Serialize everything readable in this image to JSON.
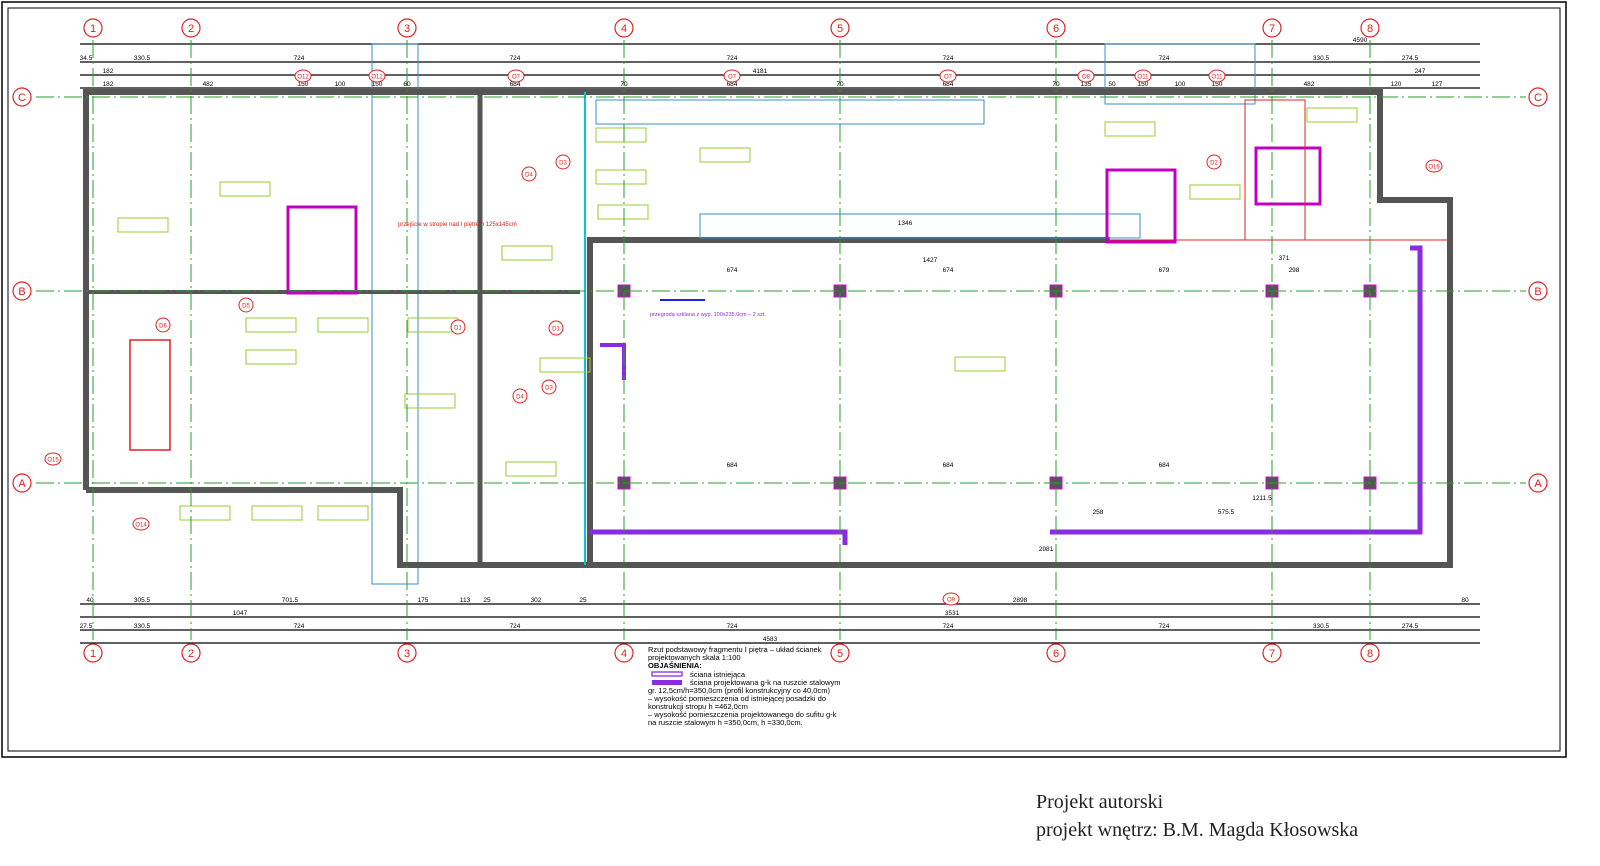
{
  "grid_axes": {
    "columns": [
      "1",
      "2",
      "3",
      "4",
      "5",
      "6",
      "7",
      "8"
    ],
    "rows": [
      "C",
      "B",
      "A"
    ]
  },
  "dimensions_top": {
    "overall": "4590",
    "row1": [
      "34.5",
      "330.5",
      "724",
      "724",
      "724",
      "724",
      "724",
      "330.5",
      "274.5"
    ],
    "row2": [
      "182",
      "4181",
      "247"
    ],
    "row3": [
      "182",
      "482",
      "150",
      "100",
      "150",
      "60",
      "684",
      "70",
      "684",
      "70",
      "684",
      "70",
      "135",
      "50",
      "150",
      "100",
      "150",
      "482",
      "120",
      "127"
    ]
  },
  "dimensions_bottom": {
    "row1": [
      "40",
      "305.5",
      "701.5",
      "175",
      "113",
      "25",
      "302",
      "25",
      "2898",
      "80"
    ],
    "row2": [
      "1047",
      "3531"
    ],
    "row3": [
      "27.5",
      "330.5",
      "724",
      "724",
      "724",
      "724",
      "724",
      "330.5",
      "274.5"
    ],
    "overall": "4583"
  },
  "dimensions_inner": [
    "674",
    "1427",
    "674",
    "684",
    "684",
    "684",
    "1346",
    "1211.5",
    "575.5",
    "298",
    "258",
    "2981",
    "371",
    "679"
  ],
  "window_tags": [
    "O12",
    "O12",
    "O7",
    "O7",
    "O7",
    "O8",
    "O11",
    "O11",
    "O9",
    "O14",
    "O15",
    "O16"
  ],
  "door_tags": [
    "D1",
    "D2",
    "D3",
    "D4",
    "D5",
    "D6",
    "D1",
    "D3",
    "D4"
  ],
  "notes": {
    "opening": "przejście w stropie nad I piętrem 125x145cm",
    "glass_partition": "przegroda szklana z wyp. 100x235,0cm – 2 szt."
  },
  "legend": {
    "title_line1": "Rzut podstawowy fragmentu I piętra – układ ścianek",
    "title_line2": "projektowanych skala 1:100",
    "heading": "OBJAŚNIENIA:",
    "existing_wall": "ściana istniejąca",
    "new_wall": "ściana projektowana g-k na ruszcie stalowym",
    "line3": "gr. 12,5cm/h=350,0cm (profil konstrukcyjny co 40,0cm)",
    "line4": "– wysokość pomieszczenia od istniejącej posadzki do",
    "line5": "konstrukcji stropu h =462,0cm",
    "line6": "– wysokość pomieszczenia projektowanego do sufitu g-k",
    "line7": "na ruszcie stalowym h =350,0cm, h =330,0cm."
  },
  "title_block": {
    "line1": "Projekt autorski",
    "line2": "projekt wnętrz: B.M. Magda Kłosowska"
  },
  "colors": {
    "axis": "#e02020",
    "wall": "#555555",
    "new_wall": "#8a2be2",
    "cyan": "#00c8d8",
    "green": "#2a9d2a",
    "label": "#9acd32",
    "blue": "#3a8fc8"
  }
}
